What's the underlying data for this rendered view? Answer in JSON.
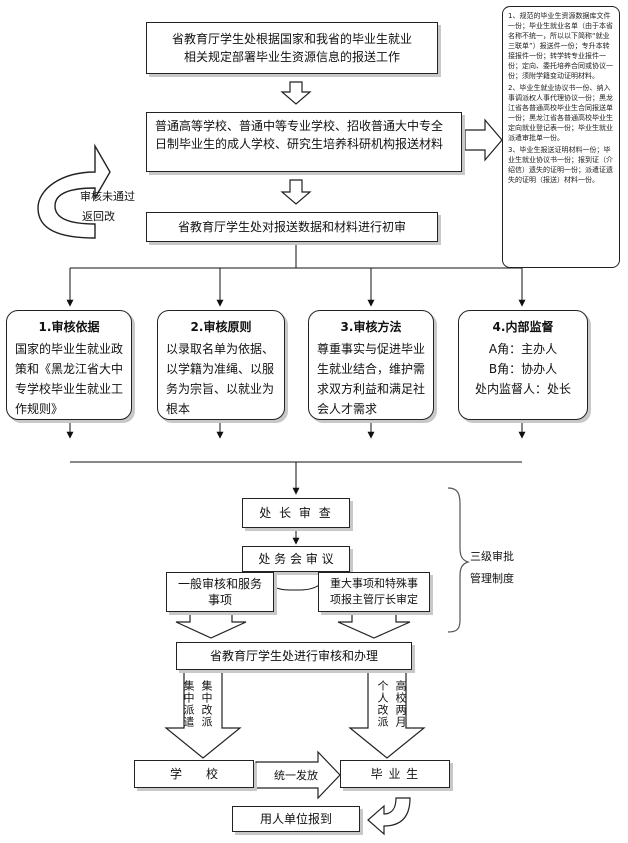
{
  "top_box": {
    "line1": "省教育厅学生处根据国家和我省的毕业生就业",
    "line2": "相关规定部署毕业生资源信息的报送工作"
  },
  "submit_box": {
    "text": "普通高等学校、普通中等专业学校、招收普通大中专全日制毕业生的成人学校、研究生培养科研机构报送材料"
  },
  "side_note": {
    "p1": "1、规范的毕业生资源数据库文件一份；毕业生就业名单（由于本省名称不统一，所以以下简称“就业三联单”）报送件一份；专升本转接报件一份；转学转专业报件一份；定向、委托培养合同或协议一份；须附学籍变动证明材料。",
    "p2": "2、毕业生就业协议书一份、纳入事调派权人事代理协议一份；黑龙江省各普通高校毕业生合同报送单一份；黑龙江省各普通高校毕业生定向就业登记表一份；毕业生就业派遣审批单一份。",
    "p3": "3、毕业生报送证明材料一份；毕业生就业协议书一份；报到证（介绍信）遗失的证明一份；派遣证遗失的证明（报送）材料一份。"
  },
  "reject_label": {
    "line1": "审核未通过",
    "line2": "返回改"
  },
  "initial_review": {
    "text": "省教育厅学生处对报送数据和材料进行初审"
  },
  "cards": [
    {
      "title": "1.审核依据",
      "body": "国家的毕业生就业政策和《黑龙江省大中专学校毕业生就业工作规则》"
    },
    {
      "title": "2.审核原则",
      "body": "以录取名单为依据、以学籍为准绳、以服务为宗旨、以就业为根本"
    },
    {
      "title": "3.审核方法",
      "body": "尊重事实与促进毕业生就业结合，维护需求双方利益和满足社会人才需求"
    },
    {
      "title": "4.内部监督",
      "l1": "A角：主办人",
      "l2": "B角：协办人",
      "l3": "处内监督人：处长"
    }
  ],
  "director_review": {
    "text": "处 长 审 查"
  },
  "office_meeting": {
    "text": "处 务 会 审 议"
  },
  "general_items": {
    "line1": "一般审核和服务",
    "line2": "事项"
  },
  "major_items": {
    "line1": "重大事项和特殊事",
    "line2": "项报主管厅长审定"
  },
  "three_level": {
    "line1": "三级审批",
    "line2": "管理制度"
  },
  "process_box": {
    "text": "省教育厅学生处进行审核和办理"
  },
  "left_vertical": {
    "col1": "集中派遣",
    "col2": "集中改派"
  },
  "right_vertical": {
    "col1": "个人改派",
    "col2": "高校两月"
  },
  "school_box": {
    "text": "学　　校"
  },
  "unified_label": {
    "text": "统一发放"
  },
  "graduate_box": {
    "text": "毕 业 生"
  },
  "employer_box": {
    "text": "用人单位报到"
  }
}
